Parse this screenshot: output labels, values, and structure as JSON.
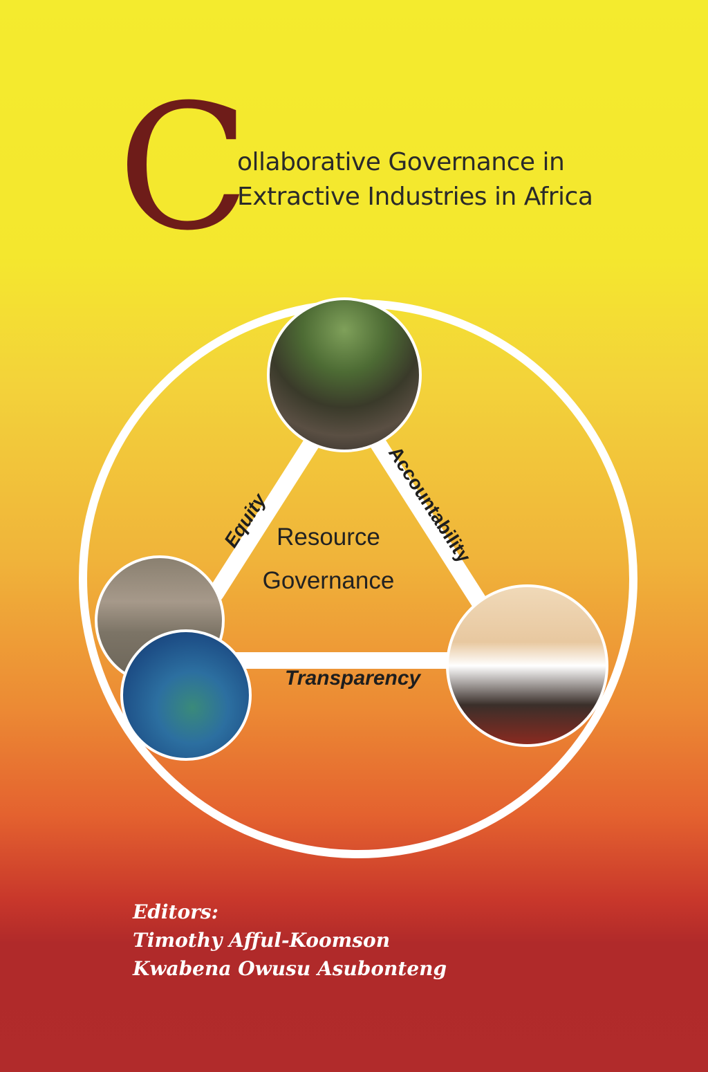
{
  "title": {
    "drop_cap": "C",
    "line1": "ollaborative Governance in",
    "line2": "Extractive Industries in Africa"
  },
  "diagram": {
    "center_line1": "Resource",
    "center_line2": "Governance",
    "edges": {
      "left": "Equity",
      "right": "Accountability",
      "bottom": "Transparency"
    },
    "photos": [
      "community-meeting-photo",
      "mining-truck-photo",
      "oil-rig-photo",
      "conference-meeting-photo"
    ]
  },
  "editors": {
    "heading": "Editors:",
    "names": [
      "Timothy Afful-Koomson",
      "Kwabena Owusu Asubonteng"
    ]
  },
  "colors": {
    "background_top": "#f4eb2e",
    "background_bottom": "#b12b2b",
    "drop_cap": "#6e1c19",
    "frame": "#ffffff"
  }
}
